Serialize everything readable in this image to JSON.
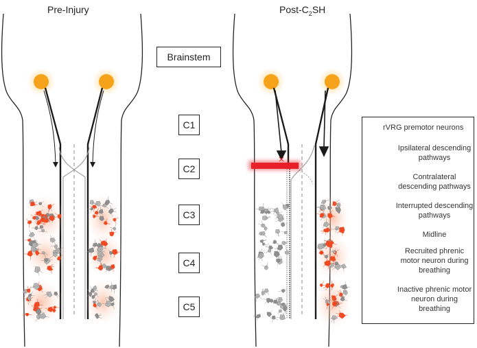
{
  "titles": {
    "pre": "Pre-Injury",
    "post_main": "Post-C",
    "post_sub": "2",
    "post_tail": "SH"
  },
  "levels": {
    "brainstem": "Brainstem",
    "c1": "C1",
    "c2": "C2",
    "c3": "C3",
    "c4": "C4",
    "c5": "C5"
  },
  "legend": {
    "rvrg": "rVRG premotor neurons",
    "ipsilateral": "Ipsilateral descending pathways",
    "contralateral": "Contralateral descending pathways",
    "interrupted": "Interrupted descending pathways",
    "midline": "Midline",
    "recruited": "Recruited phrenic motor neuron during breathing",
    "inactive": "Inactive phrenic motor neuron during breathing"
  },
  "colors": {
    "neuron_orange": "#f7a21b",
    "neuron_glow": "#ffd27a",
    "lesion_red": "#e8202a",
    "recruited_red": "#f04a22",
    "inactive_gray": "#9a9a9a",
    "pathway_black": "#1a1a1a",
    "pathway_gray": "#9a9a9a"
  }
}
